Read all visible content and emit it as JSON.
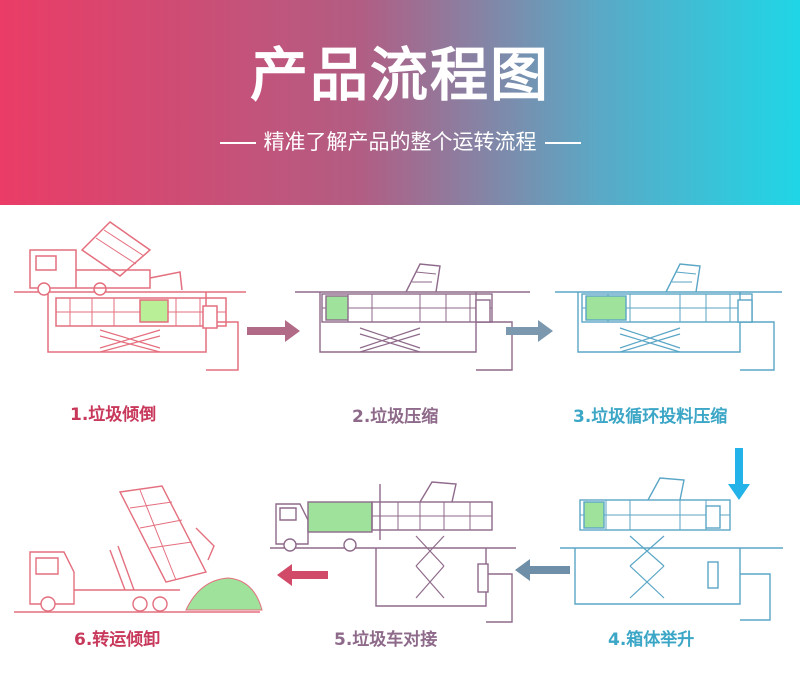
{
  "header": {
    "title": "产品流程图",
    "subtitle": "精准了解产品的整个运转流程"
  },
  "steps": [
    {
      "label": "1.垃圾倾倒",
      "color": "#c8385b"
    },
    {
      "label": "2.垃圾压缩",
      "color": "#8e6a8a"
    },
    {
      "label": "3.垃圾循环投料压缩",
      "color": "#3ba6c6"
    },
    {
      "label": "4.箱体举升",
      "color": "#3ba6c6"
    },
    {
      "label": "5.垃圾车对接",
      "color": "#8e6a8a"
    },
    {
      "label": "6.转运倾卸",
      "color": "#c8385b"
    }
  ],
  "colors": {
    "red": "#e46f7e",
    "purple": "#8e6a8a",
    "blue": "#5aa6c6",
    "green": "#9ee29b"
  }
}
